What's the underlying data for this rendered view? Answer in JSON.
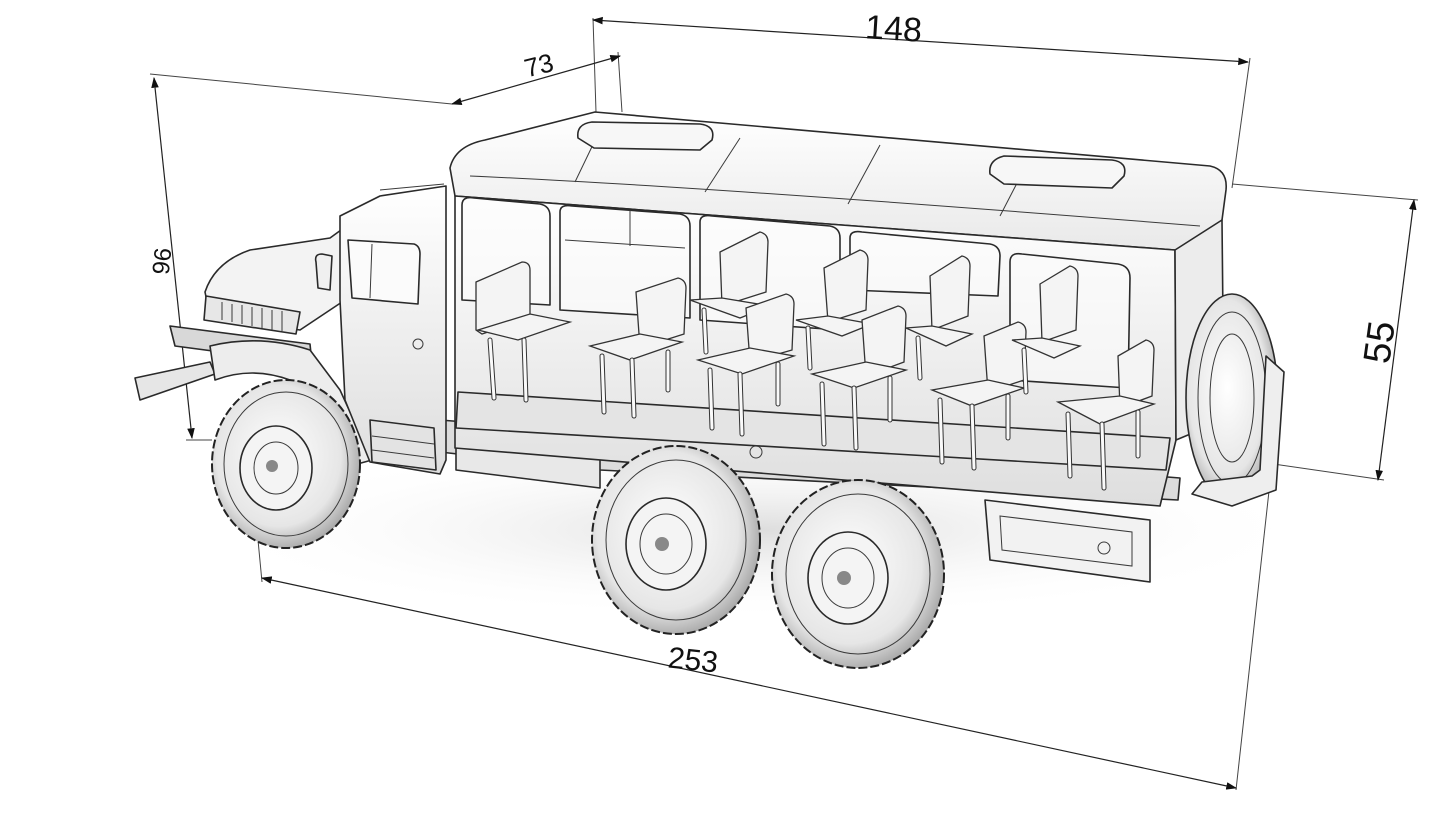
{
  "dimensions": {
    "top_length": "148",
    "cab_length": "73",
    "overall_height": "96",
    "body_height": "55",
    "overall_length": "253"
  },
  "colors": {
    "background": "#ffffff",
    "line": "#222222",
    "shade_light": "#f5f5f5",
    "shade_mid": "#d9d9d9",
    "shade_dark": "#9a9a9a"
  }
}
